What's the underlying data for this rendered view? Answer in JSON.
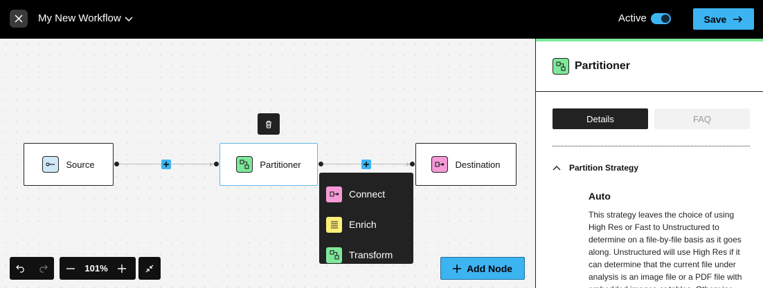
{
  "header": {
    "workflow_title": "My New Workflow",
    "active_label": "Active",
    "active_on": true,
    "save_label": "Save"
  },
  "canvas": {
    "nodes": [
      {
        "label": "Source",
        "icon": "source-icon",
        "color": "#cfe8f7"
      },
      {
        "label": "Partitioner",
        "icon": "partitioner-icon",
        "color": "#7ee89a"
      },
      {
        "label": "Destination",
        "icon": "destination-icon",
        "color": "#f49ad6"
      }
    ],
    "menu": {
      "items": [
        {
          "label": "Connect",
          "icon": "connect-icon",
          "color": "#f49ad6"
        },
        {
          "label": "Enrich",
          "icon": "enrich-icon",
          "color": "#fbef78"
        },
        {
          "label": "Transform",
          "icon": "transform-icon",
          "color": "#7ee89a"
        }
      ]
    },
    "zoom_label": "101%",
    "add_node_label": "Add Node"
  },
  "panel": {
    "title": "Partitioner",
    "tabs": [
      "Details",
      "FAQ"
    ],
    "section_title": "Partition Strategy",
    "strategy_name": "Auto",
    "strategy_description": "This strategy leaves the choice of using High Res or Fast to Unstructured to determine on a file-by-file basis as it goes along. Unstructured will use High Res if it can determine that the current file under analysis is an image file or a PDF file with embedded images or tables. Otherwise"
  }
}
